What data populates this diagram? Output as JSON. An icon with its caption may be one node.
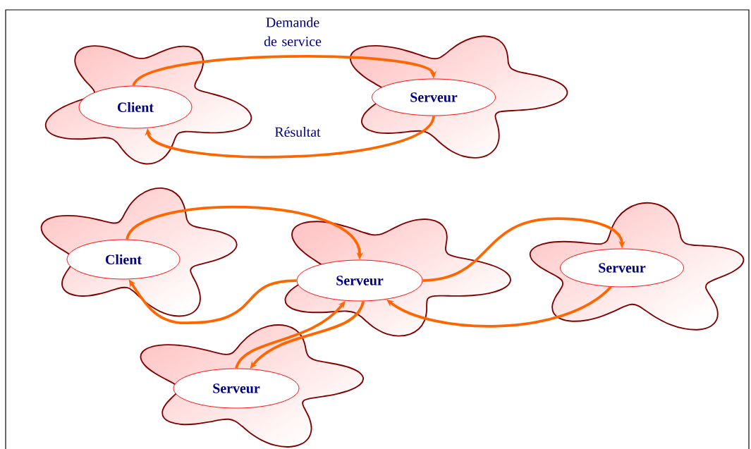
{
  "diagram": {
    "nodes": [
      {
        "text": [],
        "shape": "cloud"
      },
      {
        "text": [
          "Client"
        ],
        "in": 0
      },
      {
        "text": [],
        "shape": "cloud"
      },
      {
        "text": [
          "Serveur"
        ],
        "in": 2
      },
      {
        "text": [],
        "shape": "cloud"
      },
      {
        "text": [
          "Client"
        ],
        "in": 4
      },
      {
        "text": [],
        "shape": "cloud"
      },
      {
        "text": [
          "Serveur"
        ],
        "in": 6
      },
      {
        "text": [],
        "shape": "cloud"
      },
      {
        "text": [
          "Serveur"
        ],
        "in": 8
      },
      {
        "text": [],
        "shape": "cloud"
      },
      {
        "text": [
          "Serveur"
        ],
        "in": 10
      }
    ],
    "edges": [
      {
        "from": 1,
        "to": 3,
        "arrow": "to",
        "label": "Demande de service"
      },
      {
        "from": 3,
        "to": 1,
        "arrow": "to",
        "label": "Résultat"
      },
      {
        "from": 5,
        "to": 7,
        "arrow": "to"
      },
      {
        "from": 7,
        "to": 5,
        "arrow": "to"
      },
      {
        "from": 7,
        "to": 9,
        "arrow": "to"
      },
      {
        "from": 9,
        "to": 7,
        "arrow": "to"
      },
      {
        "from": 11,
        "to": 7,
        "arrow": "to"
      },
      {
        "from": 7,
        "to": 11,
        "arrow": "to"
      }
    ]
  }
}
